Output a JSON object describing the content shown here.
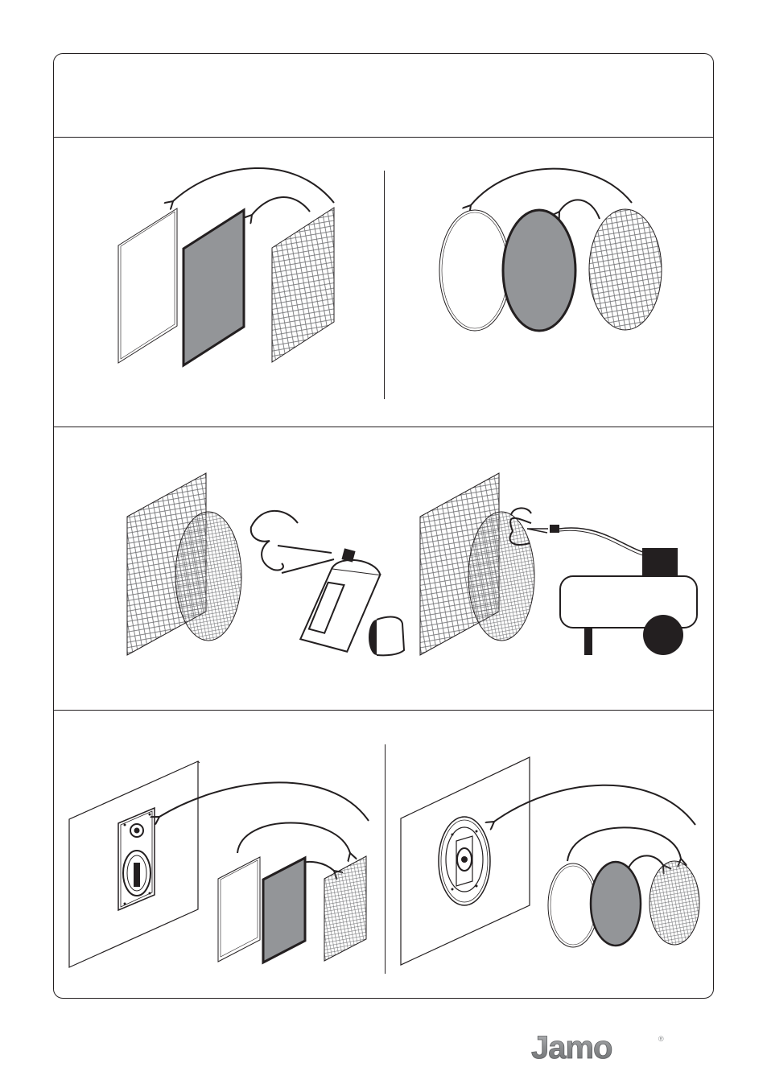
{
  "header": {
    "title": ""
  },
  "steps": [
    {
      "id": "remove-grille",
      "panels": [
        "rect-grille-exploded",
        "round-grille-exploded"
      ]
    },
    {
      "id": "paint-grille",
      "panels": [
        "spray-paint-grille",
        "air-compressor-grille"
      ]
    },
    {
      "id": "reinstall-grille",
      "panels": [
        "rect-speaker-reinstall",
        "round-speaker-reinstall"
      ]
    }
  ],
  "brand": {
    "name": "Jamo",
    "registered_mark": "®"
  },
  "colors": {
    "line": "#231f20",
    "fabric_fill": "#939598",
    "mesh": "#6d6e71",
    "logo": "#8a8c8e"
  },
  "icons": [
    "curved-arrow-icon",
    "spray-can-icon",
    "air-compressor-icon",
    "speaker-driver-icon"
  ]
}
